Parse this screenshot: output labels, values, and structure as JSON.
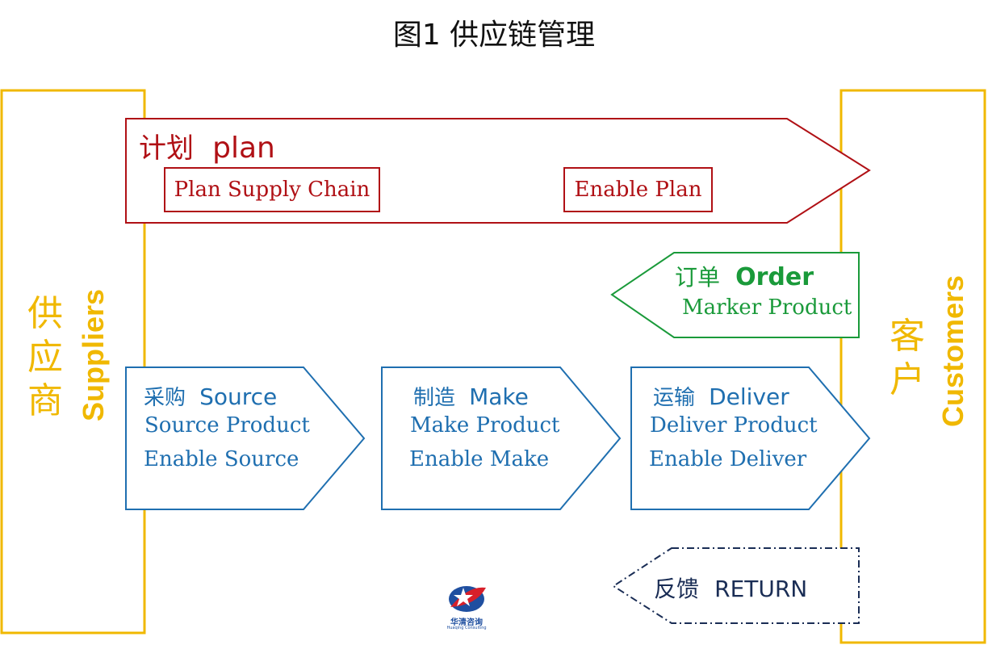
{
  "title": "图1  供应链管理",
  "suppliers": {
    "cn": "供应商",
    "en": "Suppliers"
  },
  "customers": {
    "cn": "客户",
    "en": "Customers"
  },
  "plan": {
    "cn": "计划",
    "en": "plan",
    "items": [
      "Plan Supply Chain",
      "Enable Plan"
    ]
  },
  "order": {
    "cn": "订单",
    "en": "Order",
    "item": "Marker Product"
  },
  "source": {
    "cn": "采购",
    "en": "Source",
    "items": [
      "Source Product",
      "Enable Source"
    ]
  },
  "make": {
    "cn": "制造",
    "en": "Make",
    "items": [
      "Make Product",
      "Enable Make"
    ]
  },
  "deliver": {
    "cn": "运输",
    "en": "Deliver",
    "items": [
      "Deliver Product",
      "Enable Deliver"
    ]
  },
  "return_flow": {
    "cn": "反馈",
    "en": "RETURN"
  },
  "logo": {
    "text": "华清咨询",
    "subtext": "Huaqing Consulting"
  },
  "colors": {
    "yellow": "#f0b800",
    "red": "#b01015",
    "green": "#1a9a3a",
    "blue": "#1f6fb0",
    "navy": "#1a2d55"
  }
}
